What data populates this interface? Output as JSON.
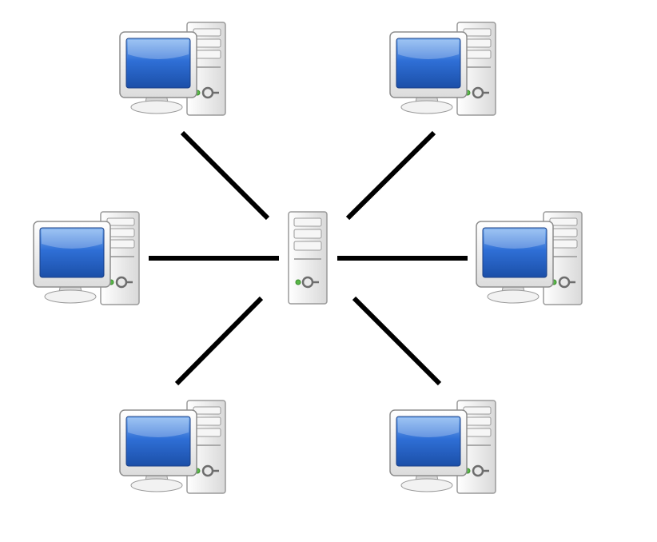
{
  "diagram": {
    "topology": "star",
    "hub": {
      "icon": "server-tower-icon"
    },
    "nodes": [
      {
        "id": "computer-top-left",
        "icon": "desktop-computer-icon"
      },
      {
        "id": "computer-top-right",
        "icon": "desktop-computer-icon"
      },
      {
        "id": "computer-middle-left",
        "icon": "desktop-computer-icon"
      },
      {
        "id": "computer-middle-right",
        "icon": "desktop-computer-icon"
      },
      {
        "id": "computer-bottom-left",
        "icon": "desktop-computer-icon"
      },
      {
        "id": "computer-bottom-right",
        "icon": "desktop-computer-icon"
      }
    ],
    "colors": {
      "link": "#000000",
      "screen": "#2f6fd6",
      "case": "#eaeaea",
      "led": "#58b847"
    }
  }
}
